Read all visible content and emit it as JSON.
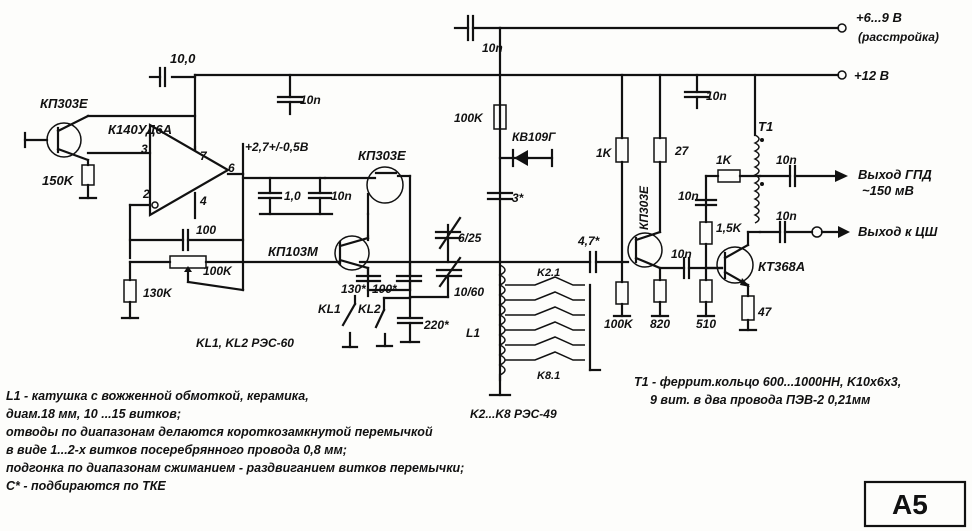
{
  "supply": {
    "detune": "+6...9 В",
    "detune_note": "(расстройка)",
    "main": "+12 В"
  },
  "opamp": {
    "name": "К140УД6А",
    "pin3": "3",
    "pin2": "2",
    "pin7": "7",
    "pin6": "6",
    "pin4": "4"
  },
  "transistors": {
    "q1": "КП303Е",
    "q2": "КП303Е",
    "q3": "КП103М",
    "q4": "КП303Е",
    "q5": "КТ368А"
  },
  "components": {
    "c_top": "10n",
    "c_elec": "10,0",
    "c_left_bypass": "10n",
    "r_gate": "150K",
    "voltage": "+2,7+/-0,5В",
    "c_1_0": "1,0",
    "c_10n_mid": "10n",
    "c_fb": "100",
    "pot": "100K",
    "r_130k": "130K",
    "r_100k_bias": "100K",
    "varicap": "КВ109Г",
    "c_3": "3*",
    "c_trim": "6/25",
    "c_trim2": "10/60",
    "c_130": "130*",
    "c_100": "100*",
    "c_220": "220*",
    "c_4_7": "4,7*",
    "r_1k_buf": "1K",
    "r_27": "27",
    "c_10n_buf": "10n",
    "r_100k_src": "100K",
    "r_820": "820",
    "c_10n_q5": "10n",
    "r_1k_fb": "1K",
    "c_10n_fb": "10n",
    "r_1_5k": "1,5K",
    "r_510": "510",
    "r_47": "47",
    "c_out1": "10n",
    "c_out2": "10n",
    "t1": "T1",
    "l1": "L1",
    "k21": "K2.1",
    "k81": "K8.1"
  },
  "relays": {
    "kl1": "KL1",
    "kl2": "KL2",
    "kl_note": "KL1, KL2 РЭС-60",
    "k_note": "K2...K8 РЭС-49"
  },
  "outputs": {
    "gpd": "Выход ГПД",
    "gpd_level": "~150 мВ",
    "dsh": "Выход к ЦШ"
  },
  "notes": [
    "L1 - катушка с вожженной обмоткой, керамика,",
    "диам.18 мм, 10 ...15  витков;",
    "отводы по диапазонам делаются короткозамкнутой перемычкой",
    "в виде 1...2-х витков посеребрянного провода 0,8 мм;",
    "подгонка по диапазонам сжиманием - раздвиганием витков перемычки;",
    "С* - подбираются по ТКЕ"
  ],
  "t1_notes": [
    "T1 - феррит.кольцо 600...1000НН, K10х6х3,",
    "9 вит. в два провода ПЭВ-2  0,21мм"
  ],
  "badge": "A5"
}
